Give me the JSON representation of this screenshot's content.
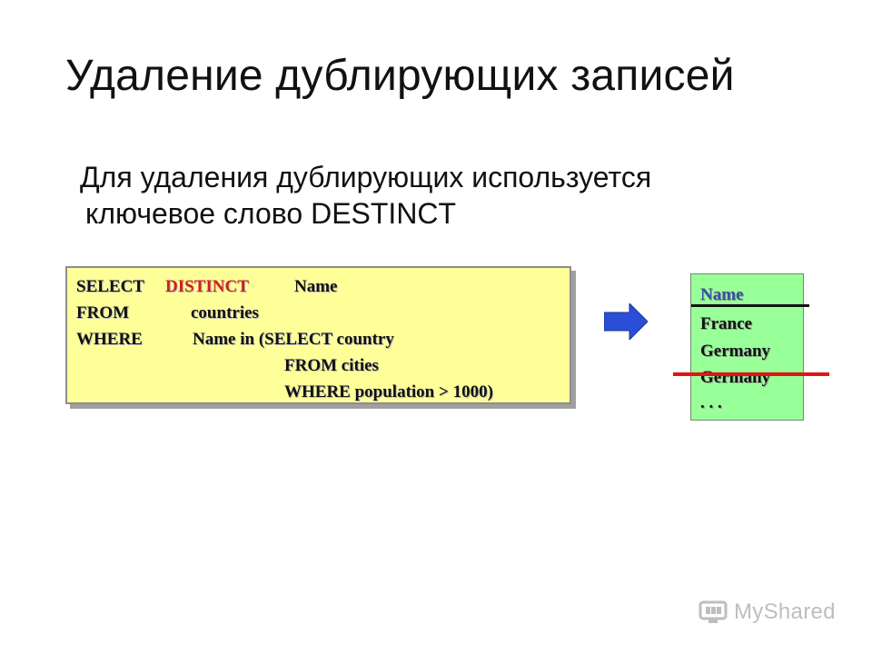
{
  "slide": {
    "title": "Удаление дублирующих записей",
    "body_line1": "Для удаления дублирующих используется",
    "body_line2": "ключевое слово DESTINCT"
  },
  "sql": {
    "select_kw": "SELECT",
    "distinct_kw": "DISTINCT",
    "select_col": "Name",
    "from_kw": "FROM",
    "from_table": "countries",
    "where_kw": "WHERE",
    "where_expr": "Name in (SELECT country",
    "sub_from": "FROM cities",
    "sub_where": "WHERE population > 1000)"
  },
  "result": {
    "header": "Name",
    "rows": [
      "France",
      "Germany",
      "Germany",
      ". . ."
    ]
  },
  "icons": {
    "arrow": "right-arrow-icon",
    "watermark": "mysahred-logo-icon"
  },
  "watermark": {
    "text": "MyShared"
  },
  "colors": {
    "sql_bg": "#ffff99",
    "result_bg": "#99ff99",
    "distinct": "#cc2222",
    "strike": "#e01515",
    "arrow": "#2a4fd6"
  }
}
